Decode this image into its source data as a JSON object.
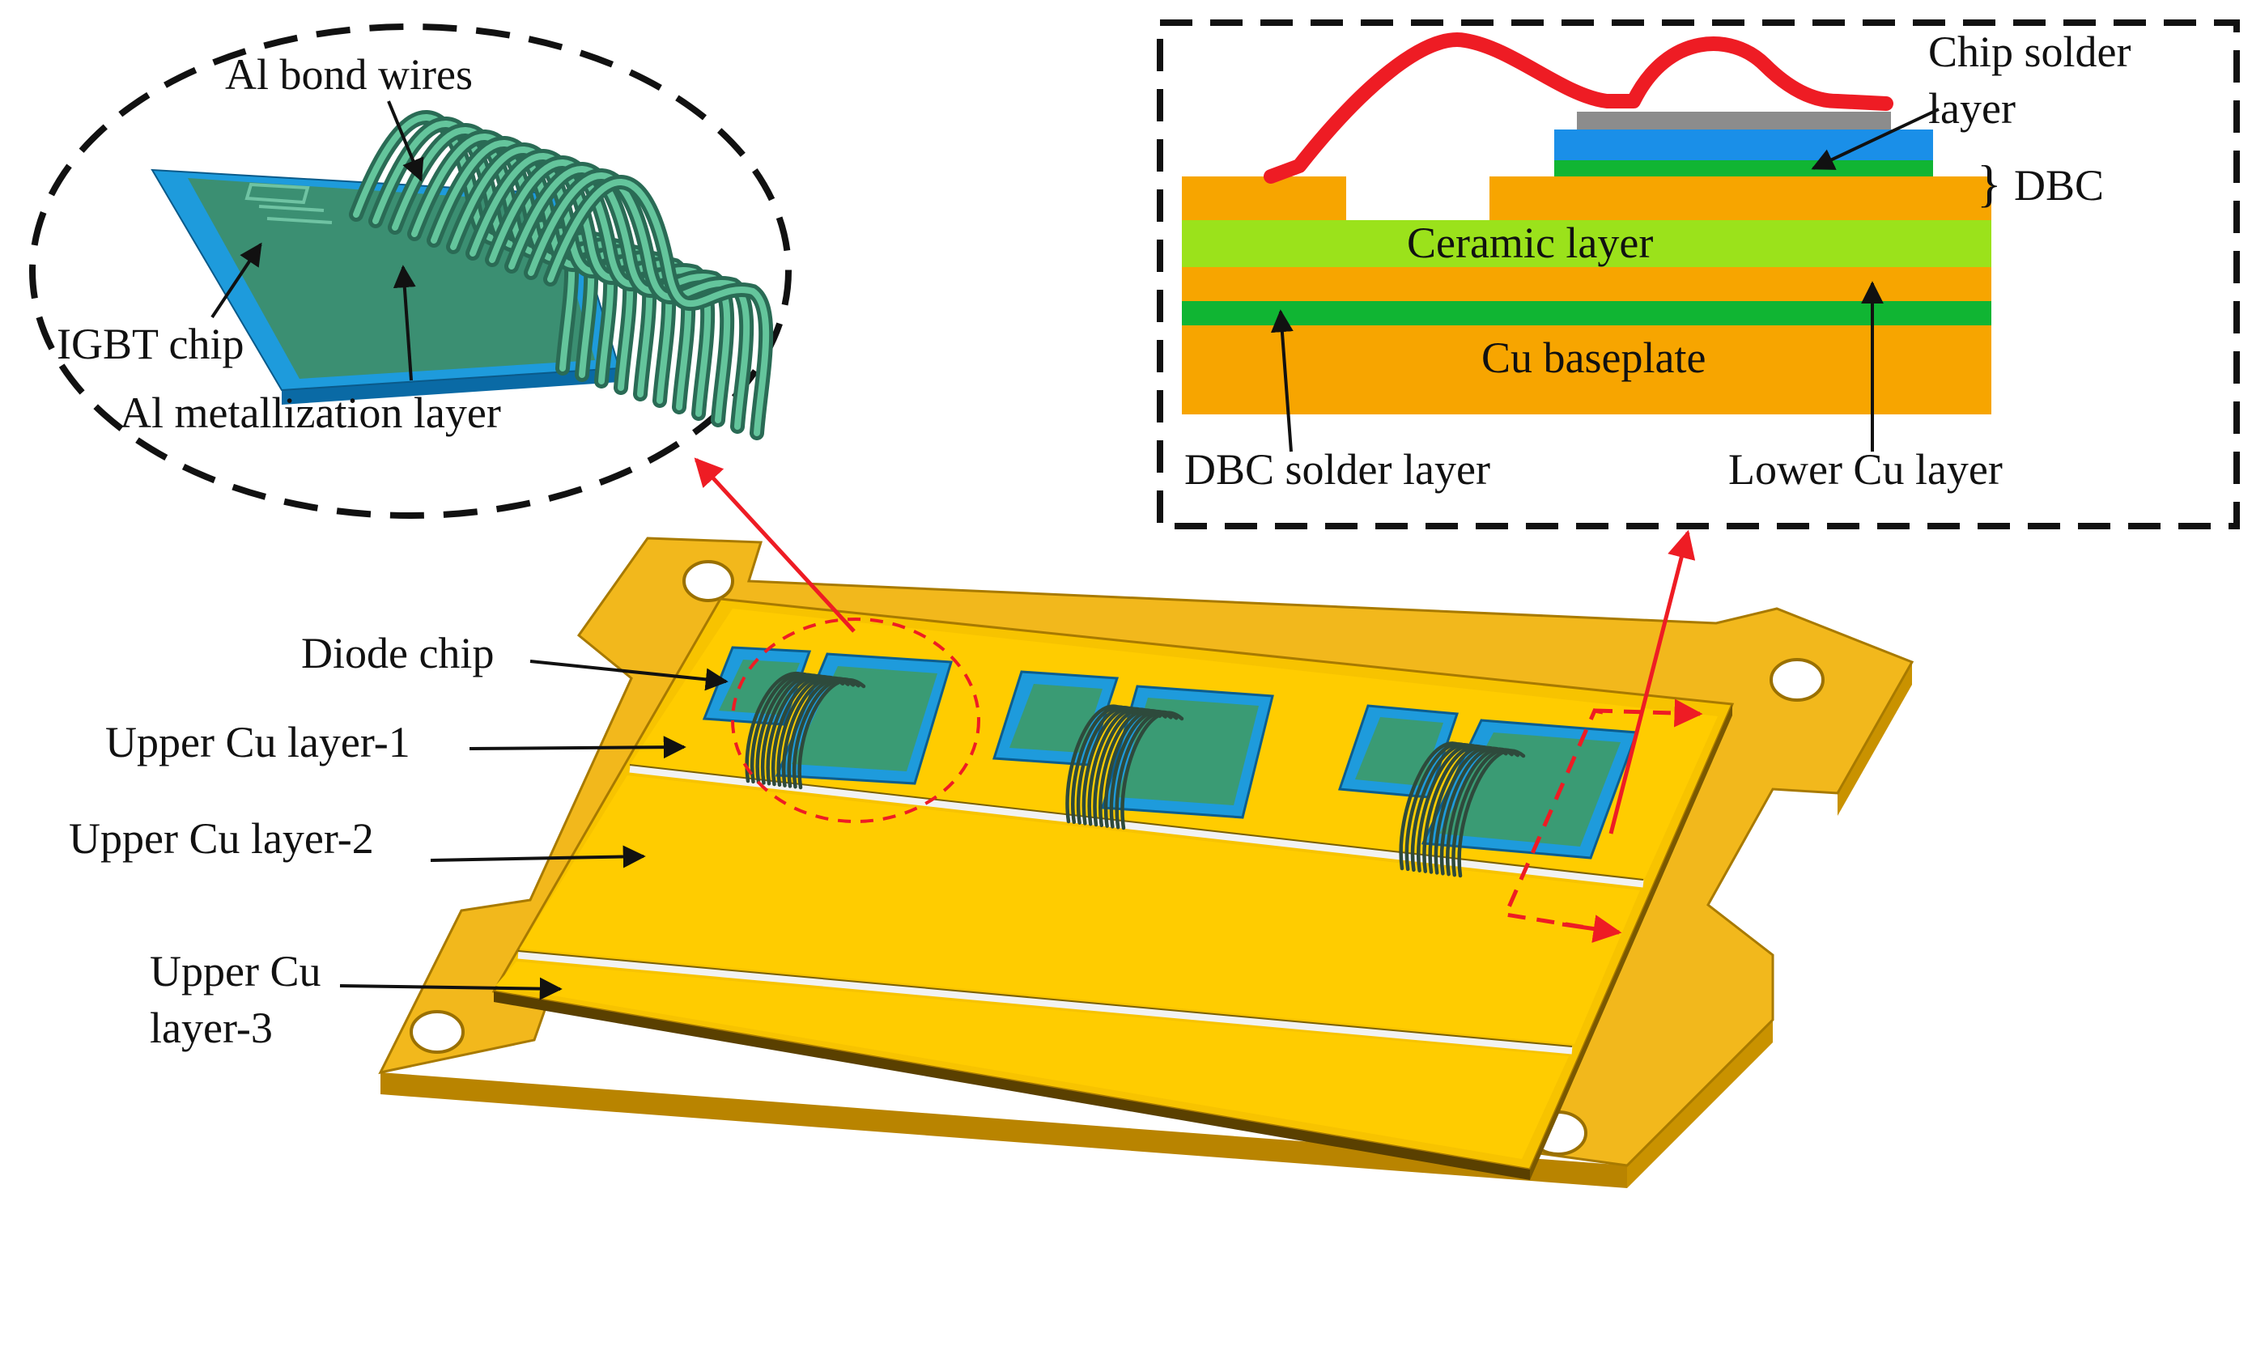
{
  "diagram": {
    "module_labels": {
      "diode_chip": "Diode chip",
      "upper_cu_1": "Upper Cu layer-1",
      "upper_cu_2": "Upper Cu layer-2",
      "upper_cu_3_line1": "Upper Cu",
      "upper_cu_3_line2": "layer-3"
    },
    "detail_labels": {
      "al_bond_wires": "Al bond wires",
      "igbt_chip": "IGBT chip",
      "al_metallization": "Al metallization layer"
    },
    "cross_section_labels": {
      "chip_solder_line1": "Chip solder",
      "chip_solder_line2": "layer",
      "dbc_brace": "}",
      "dbc": "DBC",
      "ceramic": "Ceramic layer",
      "cu_baseplate": "Cu baseplate",
      "dbc_solder": "DBC solder layer",
      "lower_cu": "Lower Cu layer"
    },
    "colors": {
      "baseplate": "#f2b81c",
      "upper_cu": "#ffcc00",
      "chip_blue": "#1e9bdc",
      "chip_green": "#3a9b74",
      "wire_dark": "#2e4a3c",
      "ceramic": "#9be21b",
      "copper_orange": "#f7a500",
      "solder_green": "#10b533",
      "bond_wire_red": "#ee1c24",
      "chip_gray": "#8c8c8c",
      "chip_section_blue": "#1a8fe8",
      "pointer_red": "#ee1c24"
    }
  }
}
